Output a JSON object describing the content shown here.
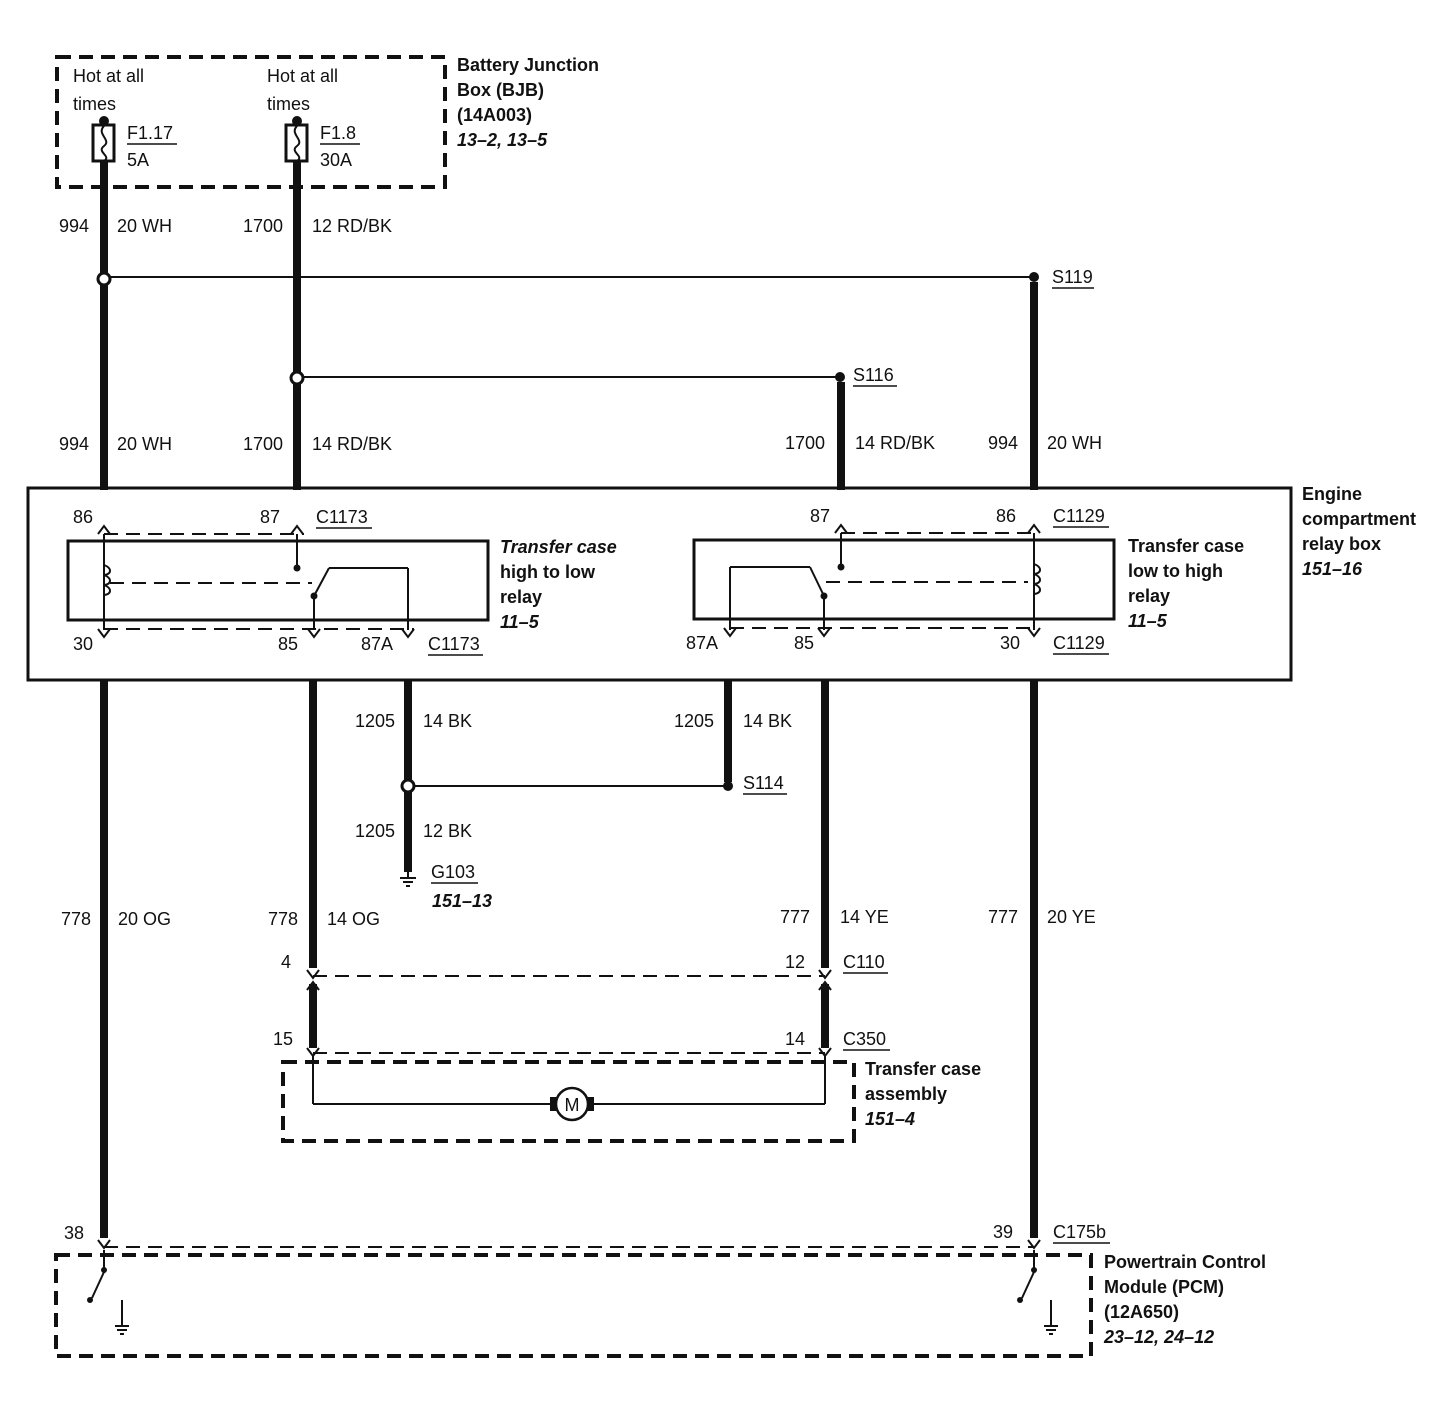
{
  "bjb": {
    "title_line1": "Battery Junction",
    "title_line2": "Box (BJB)",
    "part": "(14A003)",
    "ref": "13–2, 13–5",
    "hot1_line1": "Hot at all",
    "hot1_line2": "times",
    "hot2_line1": "Hot at all",
    "hot2_line2": "times",
    "fuse1_name": "F1.17",
    "fuse1_rating": "5A",
    "fuse2_name": "F1.8",
    "fuse2_rating": "30A"
  },
  "wires": {
    "w994_top_circuit": "994",
    "w994_top_spec": "20 WH",
    "w1700_top_circuit": "1700",
    "w1700_top_spec": "12 RD/BK",
    "w994_mid_circuit": "994",
    "w994_mid_spec": "20 WH",
    "w1700_mid_circuit": "1700",
    "w1700_mid_spec": "14 RD/BK",
    "w1700_right_circuit": "1700",
    "w1700_right_spec": "14 RD/BK",
    "w994_right_circuit": "994",
    "w994_right_spec": "20 WH",
    "w1205_left_circuit": "1205",
    "w1205_left_spec": "14 BK",
    "w1205_right_circuit": "1205",
    "w1205_right_spec": "14 BK",
    "w1205_gnd_circuit": "1205",
    "w1205_gnd_spec": "12 BK",
    "w778_left_circuit": "778",
    "w778_left_spec": "20 OG",
    "w778_mid_circuit": "778",
    "w778_mid_spec": "14 OG",
    "w777_mid_circuit": "777",
    "w777_mid_spec": "14 YE",
    "w777_right_circuit": "777",
    "w777_right_spec": "20 YE"
  },
  "splices": {
    "s119": "S119",
    "s116": "S116",
    "s114": "S114"
  },
  "ground": {
    "name": "G103",
    "ref": "151–13"
  },
  "relay_box": {
    "title_line1": "Engine",
    "title_line2": "compartment",
    "title_line3": "relay box",
    "ref": "151–16"
  },
  "relay_left": {
    "title_line1": "Transfer case",
    "title_line2": "high to low",
    "title_line3": "relay",
    "ref": "11–5",
    "pin86": "86",
    "pin87": "87",
    "pin30": "30",
    "pin85": "85",
    "pin87a": "87A",
    "conn_top": "C1173",
    "conn_bottom": "C1173"
  },
  "relay_right": {
    "title_line1": "Transfer case",
    "title_line2": "low to high",
    "title_line3": "relay",
    "ref": "11–5",
    "pin87": "87",
    "pin86": "86",
    "pin87a": "87A",
    "pin85": "85",
    "pin30": "30",
    "conn_top": "C1129",
    "conn_bottom": "C1129"
  },
  "c110": {
    "name": "C110",
    "pin_left": "4",
    "pin_right": "12"
  },
  "c350": {
    "name": "C350",
    "pin_left": "15",
    "pin_right": "14"
  },
  "transfer_case": {
    "title_line1": "Transfer case",
    "title_line2": "assembly",
    "ref": "151–4",
    "motor": "M"
  },
  "pcm": {
    "conn": "C175b",
    "pin_left": "38",
    "pin_right": "39",
    "title_line1": "Powertrain Control",
    "title_line2": "Module (PCM)",
    "part": "(12A650)",
    "ref": "23–12, 24–12"
  }
}
